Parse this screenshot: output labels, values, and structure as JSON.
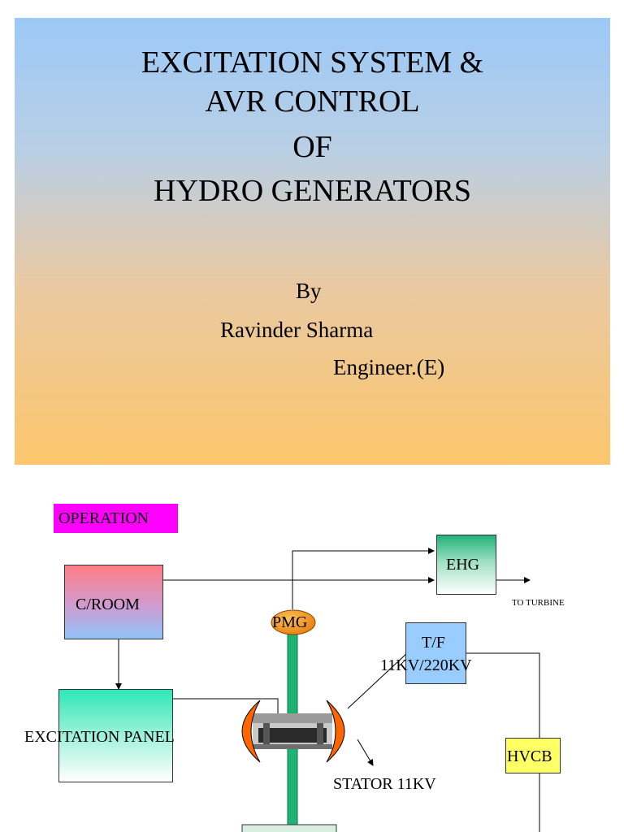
{
  "slide1": {
    "title_lines": [
      "EXCITATION SYSTEM &",
      "AVR CONTROL",
      "OF",
      "HYDRO GENERATORS"
    ],
    "by": "By",
    "author": "Ravinder Sharma",
    "designation": "Engineer.(E)"
  },
  "slide2": {
    "operation_label": "OPERATION",
    "croom": "C/ROOM",
    "ehg": "EHG",
    "to_turbine": "TO TURBINE",
    "pmg": "PMG",
    "tf_line1": "T/F",
    "tf_line2": "11KV/220KV",
    "excitation_panel": "EXCITATION PANEL",
    "hvcb": "HVCB",
    "stator": "STATOR 11KV"
  },
  "colors": {
    "operation_bg": "#ff00ff",
    "tf_bg": "#99ccff",
    "hvcb_bg": "#ffff66",
    "pmg": "#f29b1e",
    "shaft": "#1fb373",
    "stator_arc": "#ff6600"
  }
}
